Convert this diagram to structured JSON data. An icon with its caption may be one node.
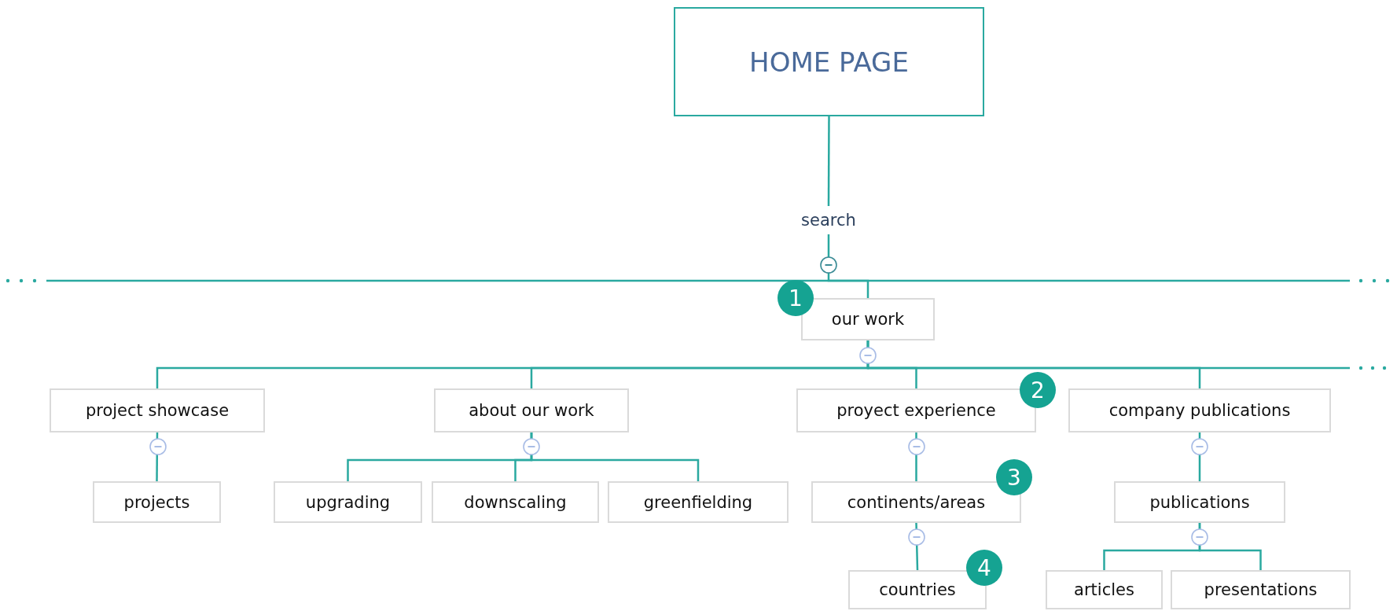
{
  "diagram": {
    "nodes": [
      {
        "text": [
          "HOME PAGE"
        ]
      },
      {
        "text": [
          "search"
        ]
      },
      {
        "text": [
          "our work"
        ]
      },
      {
        "text": [
          "project showcase"
        ]
      },
      {
        "text": [
          "about our work"
        ]
      },
      {
        "text": [
          "proyect experience"
        ]
      },
      {
        "text": [
          "company publications"
        ]
      },
      {
        "text": [
          "projects"
        ]
      },
      {
        "text": [
          "upgrading"
        ]
      },
      {
        "text": [
          "downscaling"
        ]
      },
      {
        "text": [
          "greenfielding"
        ]
      },
      {
        "text": [
          "continents/areas"
        ]
      },
      {
        "text": [
          "publications"
        ]
      },
      {
        "text": [
          "countries"
        ]
      },
      {
        "text": [
          "articles"
        ]
      },
      {
        "text": [
          "presentations"
        ]
      }
    ],
    "edges": [
      {
        "from": 0,
        "to": 1,
        "arrow": "none"
      },
      {
        "from": 1,
        "to": 2,
        "arrow": "none"
      },
      {
        "from": 2,
        "to": 3,
        "arrow": "none"
      },
      {
        "from": 2,
        "to": 4,
        "arrow": "none"
      },
      {
        "from": 2,
        "to": 5,
        "arrow": "none"
      },
      {
        "from": 2,
        "to": 6,
        "arrow": "none"
      },
      {
        "from": 3,
        "to": 7,
        "arrow": "none"
      },
      {
        "from": 4,
        "to": 8,
        "arrow": "none"
      },
      {
        "from": 4,
        "to": 9,
        "arrow": "none"
      },
      {
        "from": 4,
        "to": 10,
        "arrow": "none"
      },
      {
        "from": 5,
        "to": 11,
        "arrow": "none"
      },
      {
        "from": 11,
        "to": 13,
        "arrow": "none"
      },
      {
        "from": 6,
        "to": 12,
        "arrow": "none"
      },
      {
        "from": 12,
        "to": 14,
        "arrow": "none"
      },
      {
        "from": 12,
        "to": 15,
        "arrow": "none"
      }
    ],
    "labels": [
      "1",
      "2",
      "3",
      "4"
    ]
  }
}
